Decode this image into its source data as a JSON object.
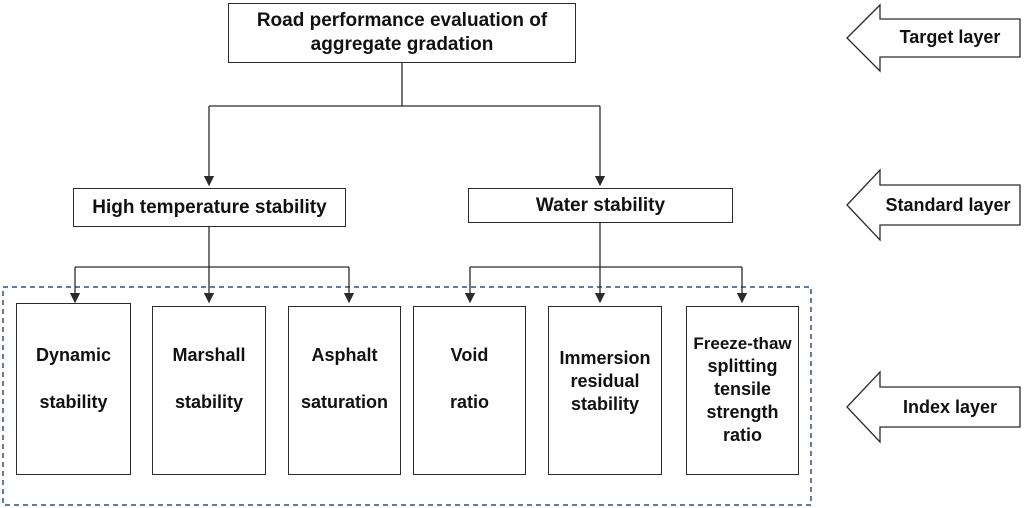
{
  "target": {
    "line1": "Road performance evaluation of",
    "line2": "aggregate gradation"
  },
  "standards": {
    "high_temp": "High temperature stability",
    "water": "Water stability"
  },
  "indexes": [
    {
      "lines": [
        "Dynamic",
        "stability"
      ]
    },
    {
      "lines": [
        "Marshall",
        "stability"
      ]
    },
    {
      "lines": [
        "Asphalt",
        "saturation"
      ]
    },
    {
      "lines": [
        "Void",
        "ratio"
      ]
    },
    {
      "lines": [
        "Immersion",
        "residual",
        "stability"
      ]
    },
    {
      "lines": [
        "Freeze-thaw",
        "splitting",
        "tensile",
        "strength",
        "ratio"
      ]
    }
  ],
  "layers": {
    "target": "Target layer",
    "standard": "Standard layer",
    "index": "Index layer"
  },
  "colors": {
    "line": "#2b2b2b",
    "dashed": "#2f4f7f"
  }
}
